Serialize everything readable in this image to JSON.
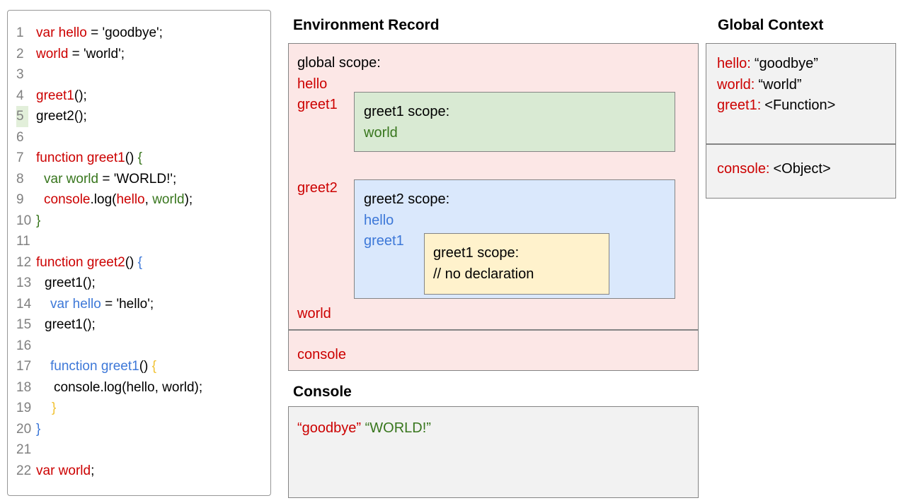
{
  "palette": {
    "code_red": "#cc0000",
    "code_green": "#38761d",
    "code_blue": "#3d78d8",
    "code_gold": "#f1c232",
    "line_number_gray": "#808080",
    "line_highlight_green": "#e2efda",
    "global_scope_pink": "#fce7e6",
    "greet1_scope_green": "#d9ead3",
    "greet2_scope_blue": "#dae8fc",
    "inner_scope_yellow": "#fff2cc",
    "panel_gray": "#f2f2f2",
    "border_gray": "#848484"
  },
  "code_panel": {
    "lines": [
      {
        "n": "1",
        "indent": 0,
        "hl": false,
        "tokens": [
          [
            "r",
            "var hello"
          ],
          [
            "k",
            " = 'goodbye';"
          ]
        ]
      },
      {
        "n": "2",
        "indent": 0,
        "hl": false,
        "tokens": [
          [
            "r",
            "world"
          ],
          [
            "k",
            " = 'world';"
          ]
        ]
      },
      {
        "n": "3",
        "indent": 0,
        "hl": false,
        "tokens": []
      },
      {
        "n": "4",
        "indent": 0,
        "hl": false,
        "tokens": [
          [
            "r",
            "greet1"
          ],
          [
            "k",
            "();"
          ]
        ]
      },
      {
        "n": "5",
        "indent": 0,
        "hl": true,
        "tokens": [
          [
            "k",
            "greet2();"
          ]
        ]
      },
      {
        "n": "6",
        "indent": 0,
        "hl": false,
        "tokens": []
      },
      {
        "n": "7",
        "indent": 0,
        "hl": false,
        "tokens": [
          [
            "r",
            "function greet1"
          ],
          [
            "k",
            "() "
          ],
          [
            "g",
            "{"
          ]
        ]
      },
      {
        "n": "8",
        "indent": 11,
        "hl": false,
        "tokens": [
          [
            "g",
            "var world"
          ],
          [
            "k",
            " = 'WORLD!';"
          ]
        ]
      },
      {
        "n": "9",
        "indent": 11,
        "hl": false,
        "tokens": [
          [
            "r",
            "console"
          ],
          [
            "k",
            ".log("
          ],
          [
            "r",
            "hello"
          ],
          [
            "k",
            ", "
          ],
          [
            "g",
            "world"
          ],
          [
            "k",
            ");"
          ]
        ]
      },
      {
        "n": "10",
        "indent": 0,
        "hl": false,
        "tokens": [
          [
            "g",
            "}"
          ]
        ]
      },
      {
        "n": "11",
        "indent": 0,
        "hl": false,
        "tokens": []
      },
      {
        "n": "12",
        "indent": 0,
        "hl": false,
        "tokens": [
          [
            "r",
            "function greet2"
          ],
          [
            "k",
            "() "
          ],
          [
            "b",
            "{"
          ]
        ]
      },
      {
        "n": "13",
        "indent": 12,
        "hl": false,
        "tokens": [
          [
            "k",
            "greet1();"
          ]
        ]
      },
      {
        "n": "14",
        "indent": 20,
        "hl": false,
        "tokens": [
          [
            "b",
            "var hello"
          ],
          [
            "k",
            " = 'hello';"
          ]
        ]
      },
      {
        "n": "15",
        "indent": 12,
        "hl": false,
        "tokens": [
          [
            "k",
            "greet1();"
          ]
        ]
      },
      {
        "n": "16",
        "indent": 0,
        "hl": false,
        "tokens": []
      },
      {
        "n": "17",
        "indent": 20,
        "hl": false,
        "tokens": [
          [
            "b",
            "function greet1"
          ],
          [
            "k",
            "() "
          ],
          [
            "y",
            "{"
          ]
        ]
      },
      {
        "n": "18",
        "indent": 25,
        "hl": false,
        "tokens": [
          [
            "k",
            "console.log(hello, world);"
          ]
        ]
      },
      {
        "n": "19",
        "indent": 22,
        "hl": false,
        "tokens": [
          [
            "y",
            "}"
          ]
        ]
      },
      {
        "n": "20",
        "indent": 0,
        "hl": false,
        "tokens": [
          [
            "b",
            "}"
          ]
        ]
      },
      {
        "n": "21",
        "indent": 0,
        "hl": false,
        "tokens": []
      },
      {
        "n": "22",
        "indent": 0,
        "hl": false,
        "tokens": [
          [
            "r",
            "var world"
          ],
          [
            "k",
            ";"
          ]
        ]
      }
    ]
  },
  "environment_record": {
    "title": "Environment Record",
    "global_scope": {
      "title": "global scope:",
      "vars": [
        "hello",
        "greet1",
        "greet2",
        "world"
      ]
    },
    "greet1_scope": {
      "title": "greet1 scope:",
      "vars": [
        "world"
      ]
    },
    "greet2_scope": {
      "title": "greet2 scope:",
      "vars": [
        "hello",
        "greet1"
      ]
    },
    "inner_greet1_scope": {
      "title": "greet1 scope:",
      "comment": "// no declaration"
    },
    "console_row_label": "console"
  },
  "console_panel": {
    "title": "Console",
    "entries": [
      {
        "text": "“goodbye”",
        "color": "red"
      },
      {
        "text": " ",
        "color": "red"
      },
      {
        "text": "“WORLD!”",
        "color": "green"
      }
    ]
  },
  "global_context": {
    "title": "Global Context",
    "bindings": [
      {
        "name": "hello:",
        "value": "“goodbye”"
      },
      {
        "name": "world:",
        "value": "“world”"
      },
      {
        "name": "greet1:",
        "value": "<Function>"
      }
    ],
    "console_binding": {
      "name": "console:",
      "value": "<Object>"
    }
  }
}
